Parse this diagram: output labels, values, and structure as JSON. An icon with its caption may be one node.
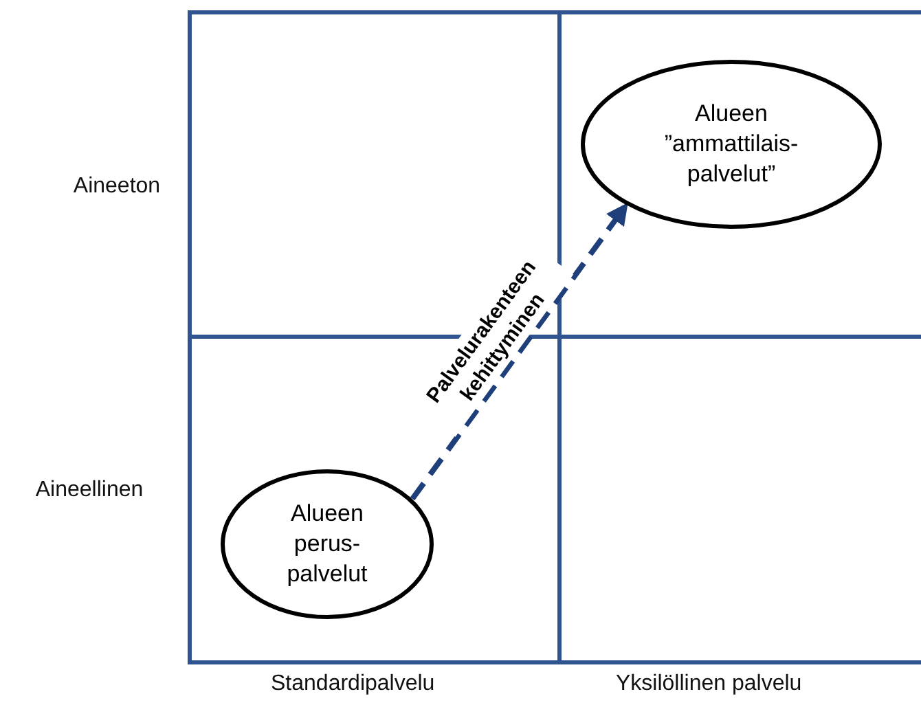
{
  "diagram": {
    "nodes": [
      {
        "text": [
          "Alueen ”ammattilais- palvelut”"
        ]
      },
      {
        "text": [
          "Alueen perus- palvelut"
        ]
      }
    ],
    "edges": [
      {
        "from": 1,
        "to": 0,
        "arrow": "to",
        "style": "dashed",
        "label": "Palvelurakenteen kehittyminen"
      }
    ],
    "labels": [
      "Aineeton",
      "Aineellinen",
      "Standardipalvelu",
      "Yksilöllinen palvelu"
    ]
  }
}
